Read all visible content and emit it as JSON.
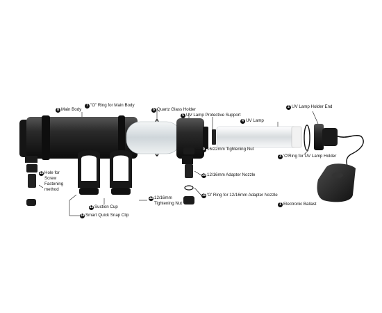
{
  "parts": [
    {
      "id": "main-body",
      "num": "8",
      "label": "Main Body"
    },
    {
      "id": "o-ring-main-body",
      "num": "7",
      "label": "\"O\" Ring for Main Body"
    },
    {
      "id": "quartz-glass-holder",
      "num": "6",
      "label": "Quartz Glass Holder"
    },
    {
      "id": "uv-lamp-protective-support",
      "num": "5",
      "label": "UV Lamp Protective Support"
    },
    {
      "id": "uv-lamp",
      "num": "4",
      "label": "UV Lamp"
    },
    {
      "id": "uv-lamp-holder-end",
      "num": "2",
      "label": "UV Lamp Holder End"
    },
    {
      "id": "o-ring-uv-lamp-holder",
      "num": "3",
      "label": "'O'Ring for UV Lamp Holder"
    },
    {
      "id": "tightening-nut-16-22",
      "num": "9",
      "label": "16/22mm Tightening Nut"
    },
    {
      "id": "adapter-nozzle-12-16",
      "num": "10",
      "label": "12/16mm Adapter Nozzle"
    },
    {
      "id": "o-ring-adapter-nozzle",
      "num": "11",
      "label": "'O' Ring for 12/16mm Adapter Nozzle"
    },
    {
      "id": "tightening-nut-12-16",
      "num": "12",
      "label": "12/16mm Tightening Nut"
    },
    {
      "id": "hole-for-screw",
      "num": "15",
      "label": "Hole for Screw Fastening method"
    },
    {
      "id": "suction-cup",
      "num": "13",
      "label": "Suction Cup"
    },
    {
      "id": "smart-quick-snap-clip",
      "num": "14",
      "label": "Smart Quick Snap Clip"
    },
    {
      "id": "electronic-ballast",
      "num": "1",
      "label": "Electronic Ballast"
    }
  ],
  "colors": {
    "body": "#1e1e1e",
    "glass": "#dde3e6",
    "ink": "#111111"
  }
}
